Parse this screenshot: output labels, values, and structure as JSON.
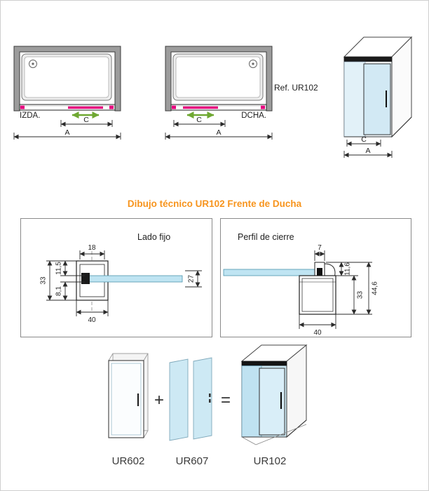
{
  "title": "Dibujo técnico UR102 Frente de Ducha",
  "plan_left": {
    "label": "IZDA.",
    "dim_c": "C",
    "dim_a": "A"
  },
  "plan_right": {
    "label": "DCHA.",
    "dim_c": "C",
    "dim_a": "A"
  },
  "iso": {
    "ref_label": "Ref. UR102",
    "dim_c": "C",
    "dim_a": "A"
  },
  "lado_fijo": {
    "label": "Lado fijo",
    "dim_18": "18",
    "dim_11_5": "11,5",
    "dim_33": "33",
    "dim_8_1": "8,1",
    "dim_40": "40",
    "dim_27": "27"
  },
  "perfil_cierre": {
    "label": "Perfil de cierre",
    "dim_7": "7",
    "dim_11_6": "11,6",
    "dim_33": "33",
    "dim_44_6": "44,6",
    "dim_40": "40"
  },
  "assembly": {
    "plus": "+",
    "equals": "=",
    "part1": "UR602",
    "part2": "UR607",
    "result": "UR102"
  },
  "colors": {
    "accent_orange": "#F7941D",
    "glass_blue": "#BFE4F2",
    "magenta": "#E6007E",
    "green_arrow": "#6FA832",
    "wall_gray": "#9C9C9C"
  }
}
